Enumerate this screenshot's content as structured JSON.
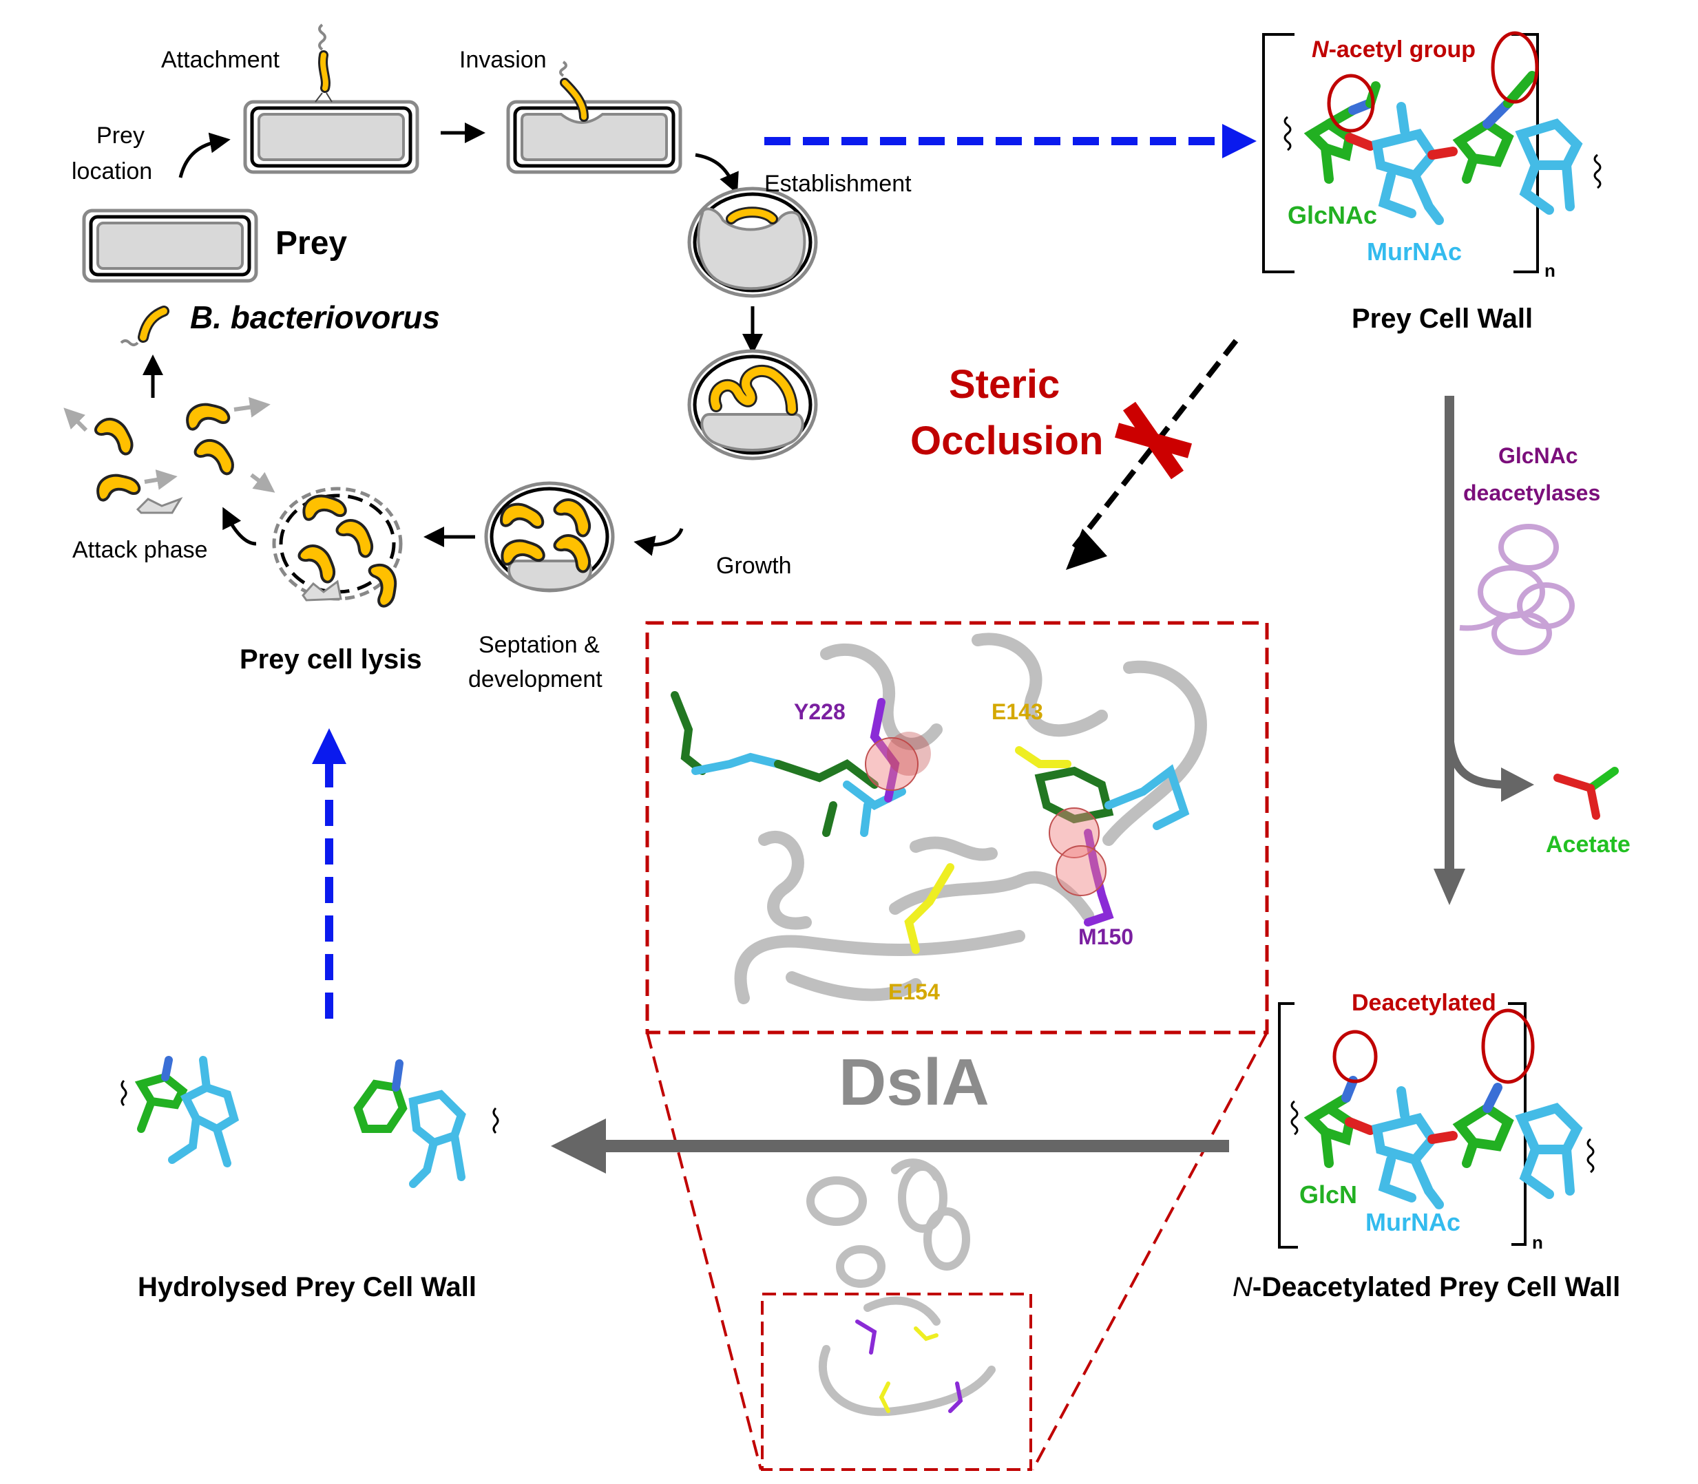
{
  "lifecycle": {
    "prey_location": [
      "Prey",
      "location"
    ],
    "attachment": "Attachment",
    "invasion": "Invasion",
    "establishment": "Establishment",
    "growth": "Growth",
    "septation": [
      "Septation &",
      "development"
    ],
    "lysis": "Prey cell lysis",
    "attack_phase": "Attack phase",
    "prey": "Prey",
    "predator": "B. bacteriovorus"
  },
  "prey_cell_wall": {
    "annotation": {
      "italic": "N",
      "rest": "-acetyl group"
    },
    "sugar1": "GlcNAc",
    "sugar2": "MurNAc",
    "repeat": "n",
    "title": "Prey Cell Wall"
  },
  "steric": [
    "Steric",
    "Occlusion"
  ],
  "deacetylase": {
    "name": [
      "GlcNAc",
      "deacetylases"
    ],
    "product": "Acetate"
  },
  "deacetylated_wall": {
    "annotation": "Deacetylated",
    "sugar1": "GlcN",
    "sugar2": "MurNAc",
    "repeat": "n",
    "title_italic": "N",
    "title_rest": "-Deacetylated Prey Cell Wall"
  },
  "enzyme": {
    "name": "DslA",
    "residues": {
      "y228": "Y228",
      "e143": "E143",
      "m150": "M150",
      "e154": "E154"
    }
  },
  "hydrolysed": {
    "title": "Hydrolysed Prey Cell Wall"
  },
  "colors": {
    "predator_yellow": "#ffc000",
    "glcnac_green": "#22b022",
    "murnac_cyan": "#33bbee",
    "annotation_red": "#c00000",
    "deacetylase_purple": "#7b0e7b",
    "residue_purple": "#7a1fa0",
    "residue_yellow": "#d4a800",
    "dsla_gray": "#8c8c8c",
    "flow_blue": "#0a1aee",
    "arrow_gray": "#666666"
  }
}
